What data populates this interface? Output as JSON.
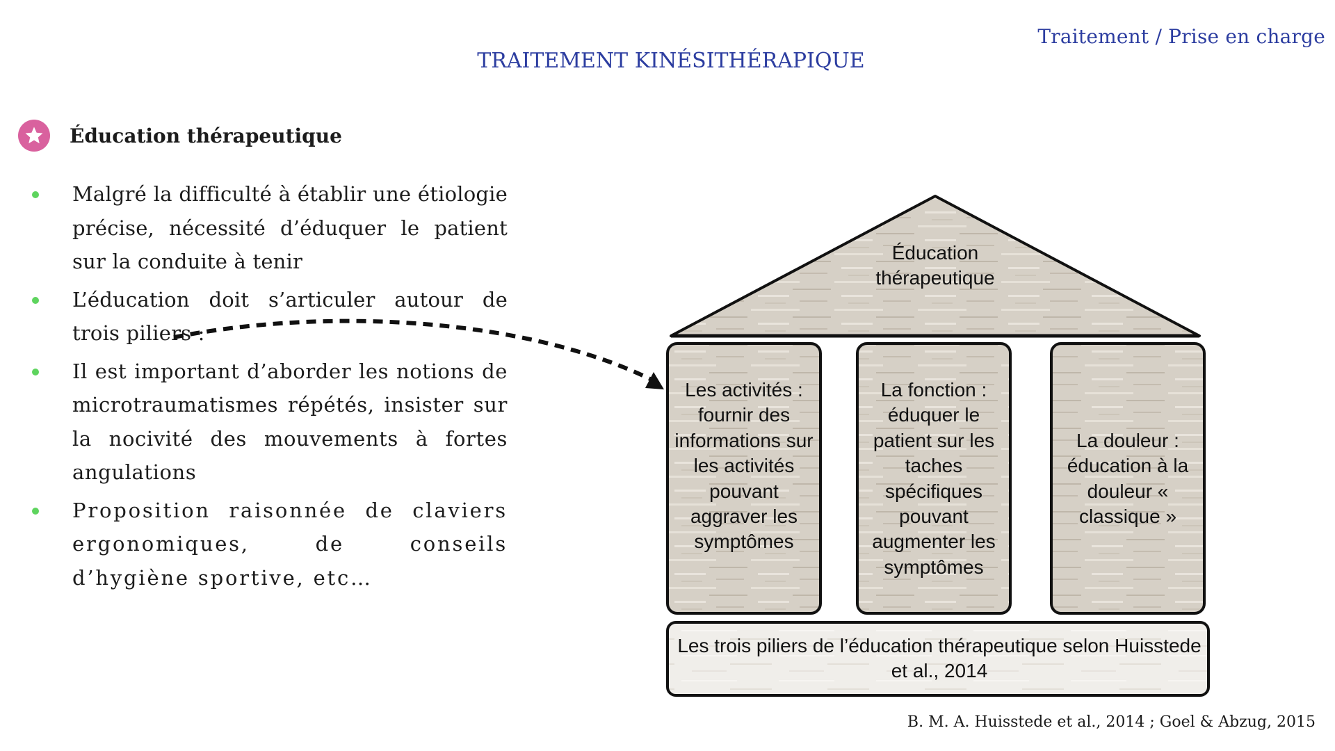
{
  "header": {
    "section_label": "Traitement / Prise en charge",
    "title": "TRAITEMENT KINÉSITHÉRAPIQUE"
  },
  "section": {
    "icon": "star-icon",
    "title": "Éducation thérapeutique",
    "badge_color": "#d9619e"
  },
  "bullets": [
    "Malgré la difficulté à établir une étiologie précise, nécessité d’éduquer le patient sur la conduite à tenir",
    "L’éducation doit s’articuler autour de trois piliers :",
    "Il est important d’aborder  les notions de microtraumatismes répétés, insister sur la nocivité des mouvements à fortes angulations",
    "Proposition raisonnée de claviers ergonomiques, de conseils d’hygiène sportive, etc…"
  ],
  "diagram": {
    "roof": "Éducation thérapeutique",
    "pillars": [
      "Les activités : fournir des informations sur les activités pouvant aggraver les symptômes",
      "La fonction : éduquer le patient sur les taches spécifiques pouvant augmenter les symptômes",
      "La douleur : éducation à la douleur « classique »"
    ],
    "base": "Les trois piliers de l’éducation thérapeutique selon Huisstede et al., 2014"
  },
  "reference": "B. M. A. Huisstede et al., 2014  ; Goel & Abzug, 2015",
  "colors": {
    "accent_blue": "#2c3da0",
    "bullet_green": "#5ed45e",
    "stone": "#d8d2c8"
  }
}
